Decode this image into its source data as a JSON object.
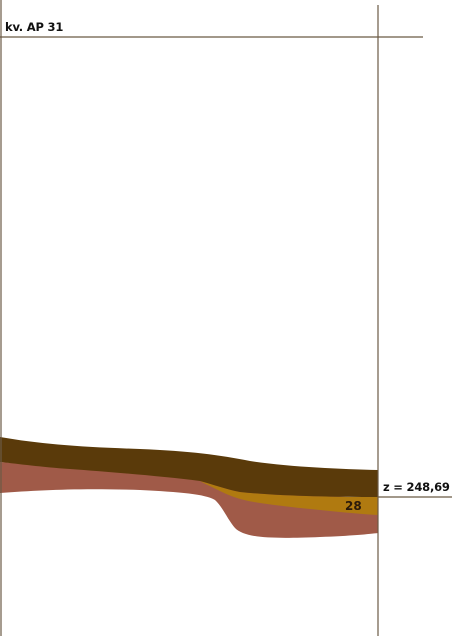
{
  "section": {
    "title": "kv. AP 31",
    "elevation_label": "z = 248,69",
    "layer_number": "28"
  },
  "colors": {
    "top_layer": "#5a3a0a",
    "middle_layer": "#b07a10",
    "bottom_layer": "#a05a48",
    "lines": "#6b5a45",
    "background": "#ffffff"
  }
}
